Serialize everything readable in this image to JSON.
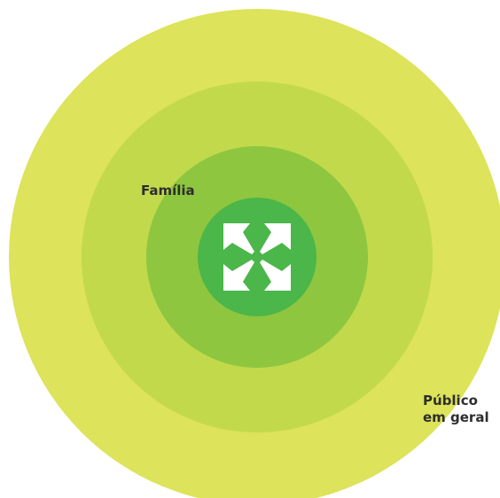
{
  "colors": {
    "background": "#ffffff",
    "outer_ring": "#dde35a",
    "ring_2": "#c2d94c",
    "ring_3": "#8ec63f",
    "core": "#4bb649",
    "icon": "#ffffff",
    "label_text": "#2e2e2e"
  },
  "labels": {
    "familia": "Família",
    "publico_line1": "Público",
    "publico_line2": "em geral"
  },
  "icon_name": "expand-arrows-icon"
}
